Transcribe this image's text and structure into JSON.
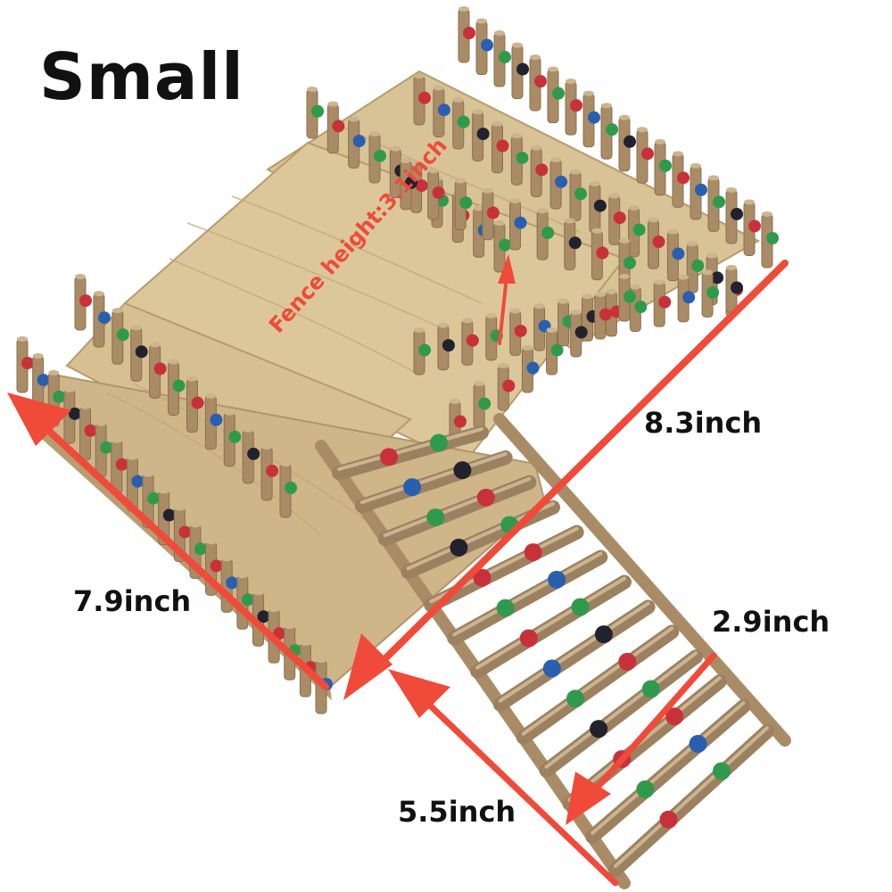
{
  "title": "Small",
  "dimensions": {
    "top_length": "8.3inch",
    "side_length": "7.9inch",
    "ladder_width": "2.9inch",
    "ladder_length": "5.5inch",
    "fence_height": "Fence height:3.1inch"
  },
  "colors": {
    "arrow": "#f04a3a",
    "wood_board": "#dcc79b",
    "wood_board_dark": "#c7ae7e",
    "stick": "#a98c66",
    "stick_light": "#cbb48f",
    "bead_red": "#c8313a",
    "bead_blue": "#2a5fb0",
    "bead_green": "#2f9a4c",
    "bead_black": "#22222e",
    "text": "#111111"
  },
  "scene": {
    "object": "wooden-playground-with-fenced-platforms-and-ladder"
  }
}
